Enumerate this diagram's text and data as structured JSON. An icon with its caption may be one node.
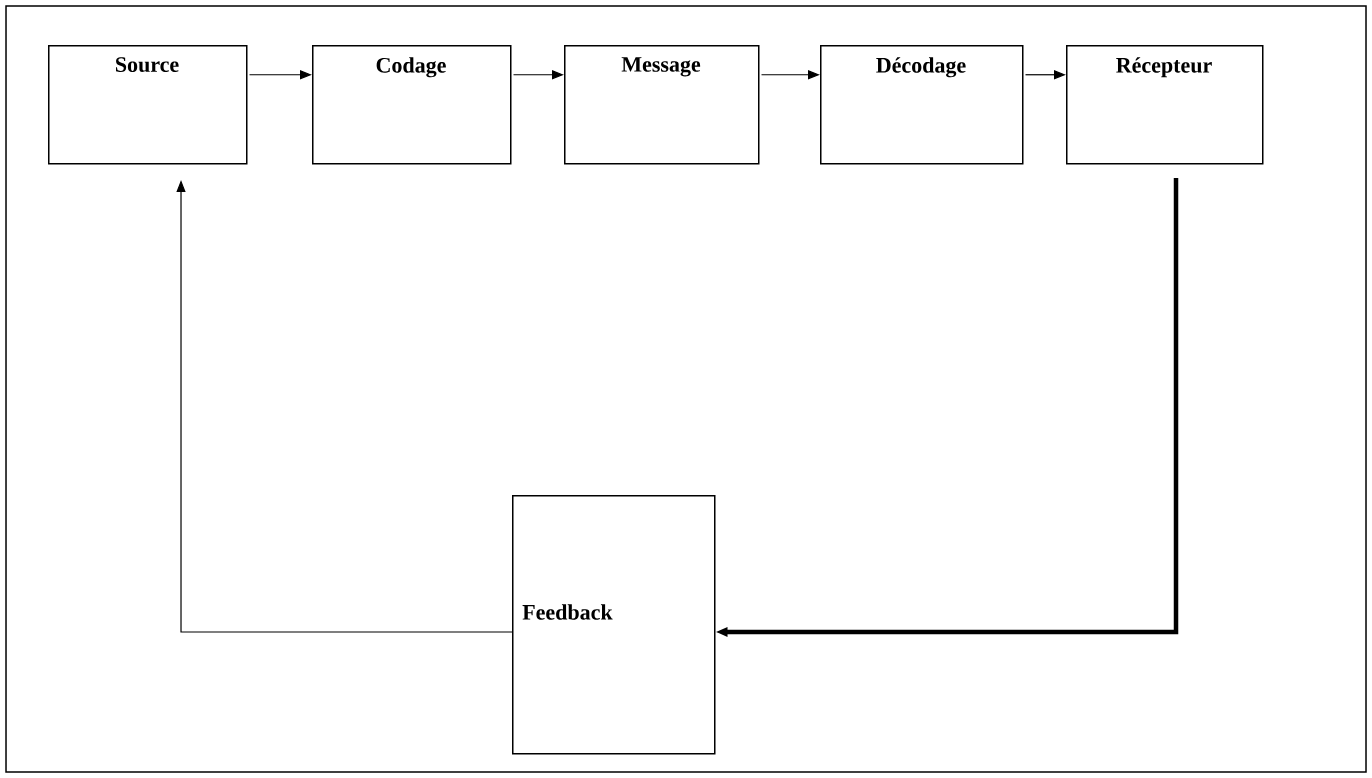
{
  "diagram": {
    "nodes": [
      {
        "text": [
          "Source"
        ]
      },
      {
        "text": [
          "Codage"
        ]
      },
      {
        "text": [
          "Message"
        ]
      },
      {
        "text": [
          "Décodage"
        ]
      },
      {
        "text": [
          "Récepteur"
        ]
      },
      {
        "text": [
          "Feedback"
        ]
      }
    ],
    "edges": [
      {
        "from": 0,
        "to": 1,
        "arrow": "to"
      },
      {
        "from": 1,
        "to": 2,
        "arrow": "to"
      },
      {
        "from": 2,
        "to": 3,
        "arrow": "to"
      },
      {
        "from": 3,
        "to": 4,
        "arrow": "to"
      },
      {
        "from": 4,
        "to": 5,
        "arrow": "to",
        "style": "thick"
      },
      {
        "from": 5,
        "to": 0,
        "arrow": "to"
      }
    ]
  }
}
